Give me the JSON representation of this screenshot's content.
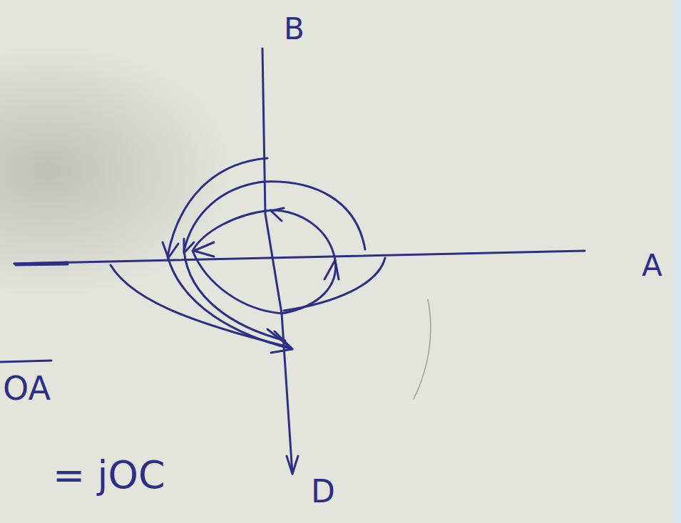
{
  "diagram": {
    "labels": [
      "B",
      "A",
      "D",
      "OA",
      "= jOC"
    ]
  }
}
